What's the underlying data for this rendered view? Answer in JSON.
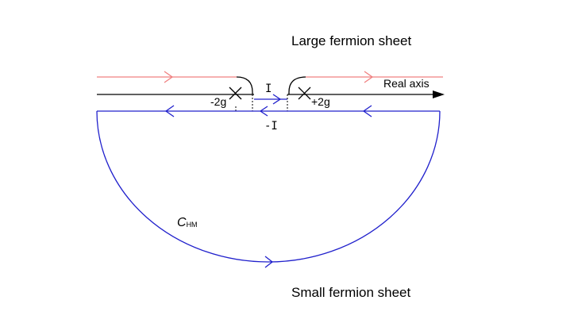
{
  "labels": {
    "large_sheet": "Large fermion sheet",
    "small_sheet": "Small fermion sheet",
    "real_axis": "Real axis",
    "left_branch": "-2g",
    "right_branch": "+2g",
    "interval_upper": "I",
    "interval_lower": "-I",
    "contour_main": "C",
    "contour_sub": "HM"
  },
  "colors": {
    "large_sheet_line": "#f08080",
    "small_sheet_line": "#2020cc",
    "axis": "#000000"
  }
}
